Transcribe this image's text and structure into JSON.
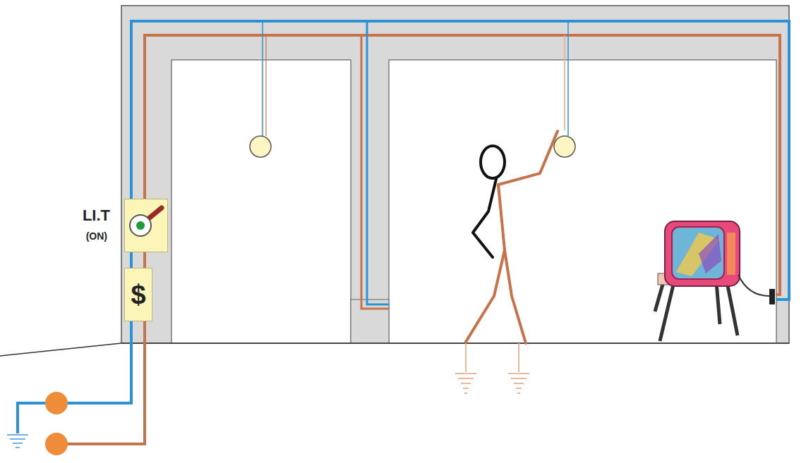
{
  "diagram": {
    "nodes": [
      {
        "text": [
          "LI.T",
          "(ON)"
        ]
      },
      {
        "text": [
          "$"
        ]
      }
    ]
  }
}
